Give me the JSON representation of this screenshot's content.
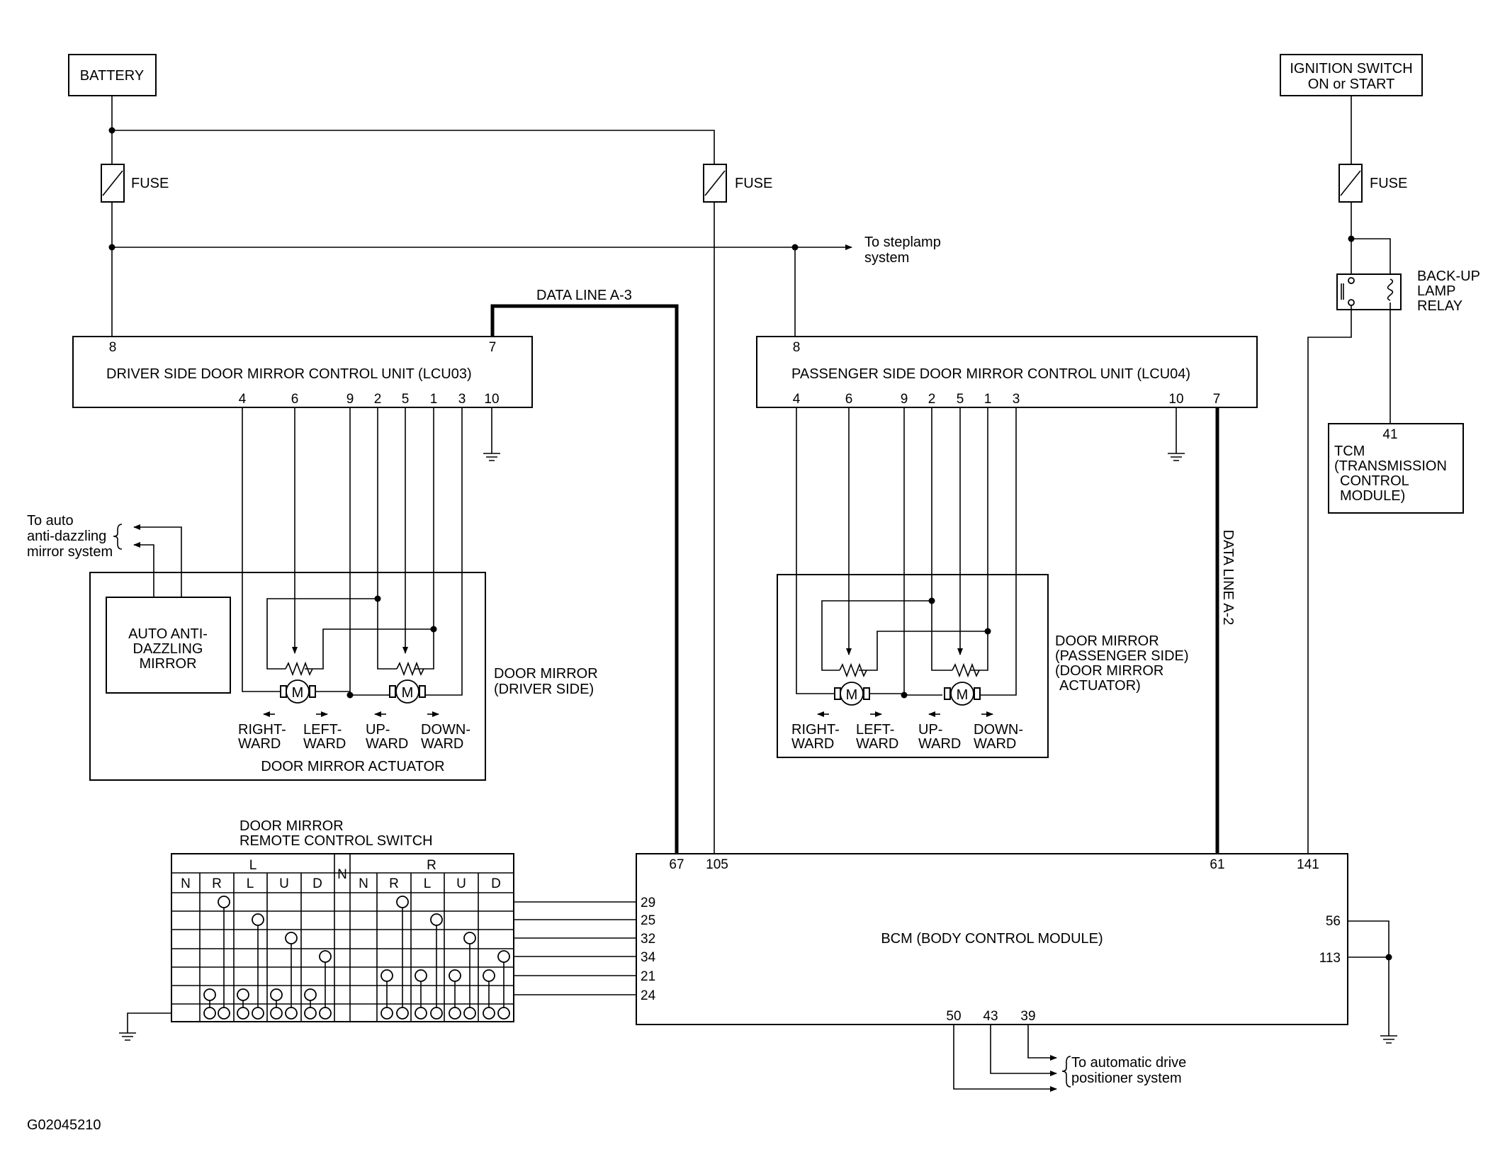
{
  "battery": "BATTERY",
  "ignition": {
    "line1": "IGNITION SWITCH",
    "line2": "ON or START"
  },
  "fuse_label": "FUSE",
  "steplamp": {
    "line1": "To steplamp",
    "line2": "system"
  },
  "relay": {
    "line1": "BACK-UP",
    "line2": "LAMP",
    "line3": "RELAY"
  },
  "data_line_a3": "DATA LINE A-3",
  "data_line_a2": "DATA LINE A-2",
  "lcu03": {
    "name": "DRIVER SIDE DOOR MIRROR CONTROL UNIT (LCU03)",
    "top_pins": [
      "8",
      "7"
    ],
    "bottom_pins": [
      "4",
      "6",
      "9",
      "2",
      "5",
      "1",
      "3",
      "10"
    ]
  },
  "lcu04": {
    "name": "PASSENGER SIDE DOOR MIRROR CONTROL UNIT (LCU04)",
    "top_pins": [
      "8"
    ],
    "bottom_pins": [
      "4",
      "6",
      "9",
      "2",
      "5",
      "1",
      "3",
      "10",
      "7"
    ]
  },
  "tcm": {
    "pin": "41",
    "line1": "TCM",
    "line2": "(TRANSMISSION",
    "line3": "CONTROL",
    "line4": "MODULE)"
  },
  "anti_dazzle_note": {
    "line1": "To auto",
    "line2": "anti-dazzling",
    "line3": "mirror system"
  },
  "auto_mirror": {
    "line1": "AUTO ANTI-",
    "line2": "DAZZLING",
    "line3": "MIRROR"
  },
  "door_mirror_driver": {
    "line1": "DOOR MIRROR",
    "line2": "(DRIVER SIDE)"
  },
  "door_mirror_actuator": "DOOR MIRROR ACTUATOR",
  "door_mirror_passenger": {
    "line1": "DOOR MIRROR",
    "line2": "(PASSENGER SIDE)",
    "line3": "(DOOR MIRROR",
    "line4": "ACTUATOR)"
  },
  "motor_letter": "M",
  "directions": {
    "right1": "RIGHT-",
    "right2": "WARD",
    "left1": "LEFT-",
    "left2": "WARD",
    "up1": "UP-",
    "up2": "WARD",
    "down1": "DOWN-",
    "down2": "WARD"
  },
  "remote_switch": {
    "title1": "DOOR MIRROR",
    "title2": "REMOTE CONTROL SWITCH",
    "left_group": "L",
    "right_group": "R",
    "center": "N",
    "cols": [
      "N",
      "R",
      "L",
      "U",
      "D"
    ]
  },
  "bcm": {
    "name": "BCM (BODY CONTROL MODULE)",
    "top_pins": [
      "67",
      "105",
      "61",
      "141"
    ],
    "left_pins": [
      "29",
      "25",
      "32",
      "34",
      "21",
      "24"
    ],
    "right_pins": [
      "56",
      "113"
    ],
    "bottom_pins": [
      "50",
      "43",
      "39"
    ]
  },
  "auto_drive": {
    "line1": "To automatic drive",
    "line2": "positioner system"
  },
  "figure_id": "G02045210"
}
